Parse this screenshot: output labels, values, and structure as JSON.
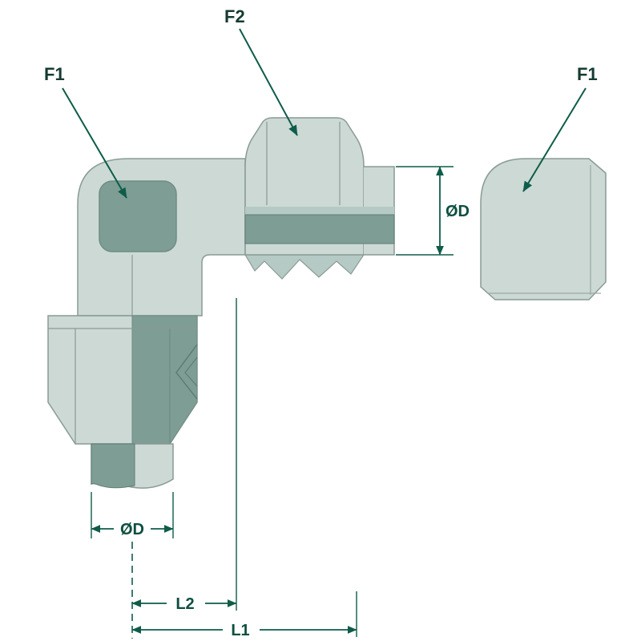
{
  "diagram": {
    "labels": {
      "f1_left": "F1",
      "f2": "F2",
      "f1_right": "F1",
      "od_right": "ØD",
      "od_bottom": "ØD",
      "l2": "L2",
      "l1": "L1"
    },
    "colors": {
      "background": "#ffffff",
      "body_light": "#ccd9d4",
      "body_mid": "#b5cac4",
      "body_dark": "#7e9d95",
      "outline": "#8a9a95",
      "dimension_green": "#0e5c49",
      "label_text": "#173b32"
    }
  }
}
